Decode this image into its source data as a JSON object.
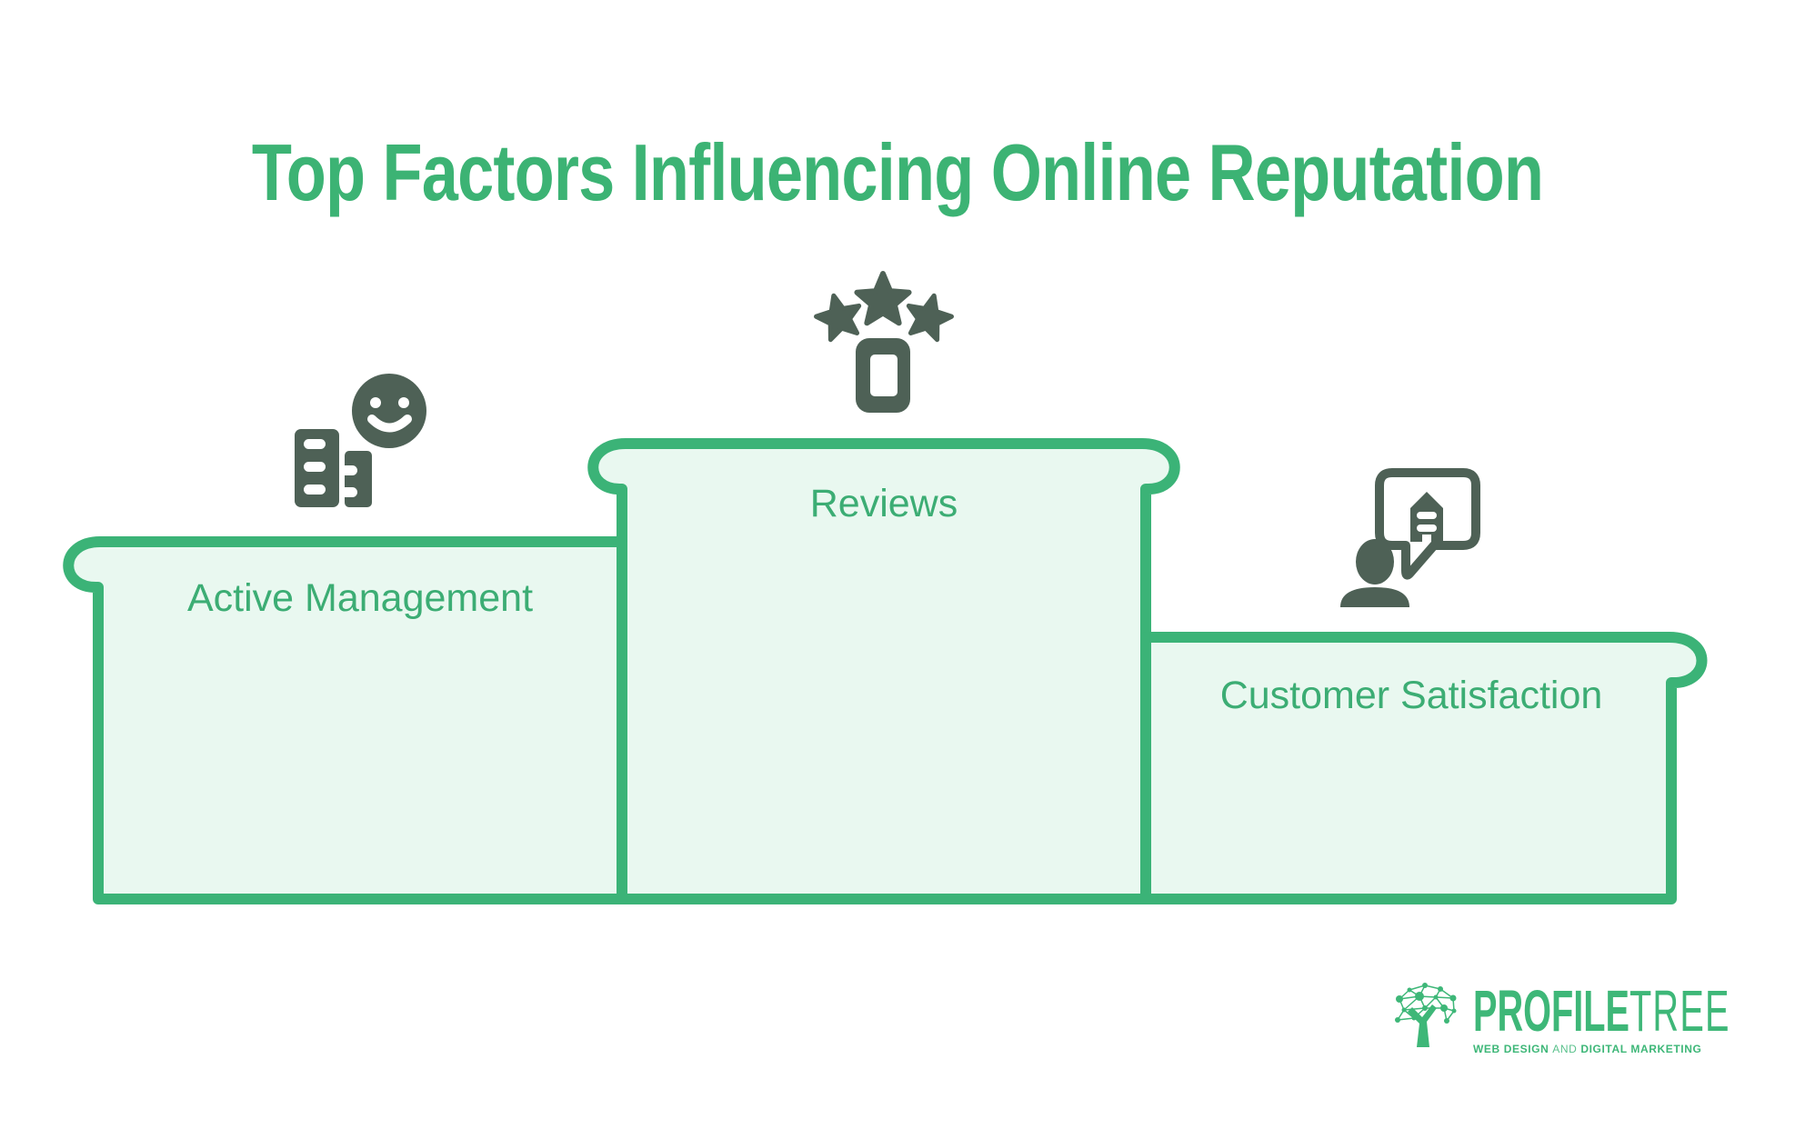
{
  "title": "Top Factors Influencing Online Reputation",
  "podium": {
    "items": [
      {
        "rank": 2,
        "position": "left",
        "label": "Active Management",
        "icon": "office-building-smiley-icon"
      },
      {
        "rank": 1,
        "position": "center",
        "label": "Reviews",
        "icon": "three-stars-review-phone-icon"
      },
      {
        "rank": 3,
        "position": "right",
        "label": "Customer Satisfaction",
        "icon": "customer-speech-bubble-icon"
      }
    ]
  },
  "logo": {
    "brand_primary": "PROFILE",
    "brand_secondary": "TREE",
    "tagline_bold_1": "WEB DESIGN",
    "tagline_regular": "AND",
    "tagline_bold_2": "DIGITAL MARKETING"
  },
  "colors": {
    "accent_green": "#3bb377",
    "panel_fill": "#e9f8f0",
    "text_green": "#3cad74",
    "title_green": "#3cb374",
    "icon_dark": "#4e6156",
    "logo_green": "#3eb778",
    "background": "#ffffff"
  }
}
